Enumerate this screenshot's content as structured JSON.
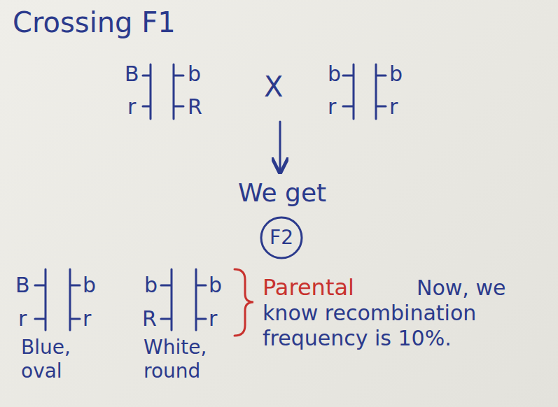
{
  "diagram": {
    "title": "Crossing F1",
    "nodes": [
      {
        "text": [
          "F2"
        ]
      }
    ],
    "labels": [
      "B",
      "r",
      "b",
      "R",
      "X",
      "b",
      "r",
      "b",
      "r",
      "We get",
      "B",
      "r",
      "b",
      "r",
      "Blue, oval",
      "b",
      "R",
      "b",
      "r",
      "White, round",
      "Parental",
      "Now, we know recombination frequency is 10%."
    ]
  }
}
